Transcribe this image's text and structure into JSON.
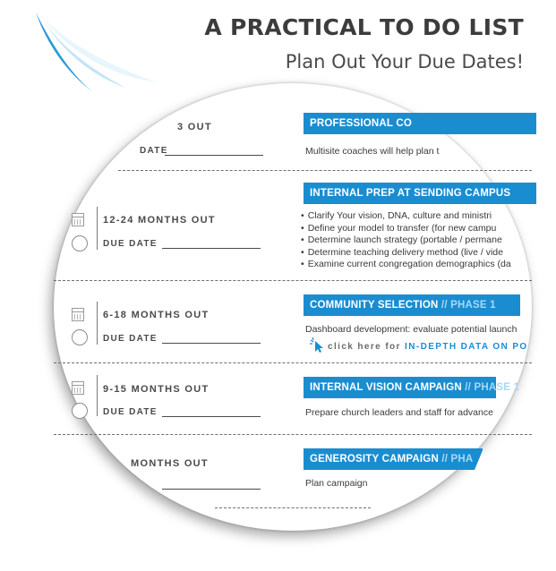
{
  "header": {
    "title": "A PRACTICAL TO DO LIST",
    "subtitle": "Plan Out Your Due Dates!"
  },
  "colors": {
    "accent": "#1a8dd1",
    "phase": "#a9d8f5",
    "text": "#3a3a3a"
  },
  "rows": [
    {
      "months": "3 OUT",
      "due_label": "DATE",
      "banner": "PROFESSIONAL CO",
      "phase": "",
      "text": "Multisite coaches will help plan t"
    },
    {
      "months": "12-24 MONTHS OUT",
      "due_label": "DUE DATE",
      "banner": "INTERNAL PREP AT SENDING CAMPUS",
      "phase": "",
      "bullets": [
        "Clarify Your vision, DNA, culture and ministri",
        "Define your model to transfer (for new campu",
        "Determine launch strategy (portable / permane",
        "Determine teaching delivery method (live / vide",
        "Examine current congregation demographics (da"
      ]
    },
    {
      "months": "6-18 MONTHS OUT",
      "due_label": "DUE DATE",
      "banner": "COMMUNITY SELECTION",
      "phase": "// PHASE 1",
      "text": "Dashboard development: evaluate potential launch",
      "link_prefix": "click here for",
      "link_emphasis": "IN-DEPTH DATA ON PO"
    },
    {
      "months": "9-15 MONTHS OUT",
      "due_label": "DUE DATE",
      "banner": "INTERNAL VISION CAMPAIGN",
      "phase": "// PHASE 1",
      "text": "Prepare church leaders and staff for advance"
    },
    {
      "months": "MONTHS OUT",
      "due_label": "",
      "banner": "GENEROSITY CAMPAIGN",
      "phase": "// PHA",
      "text": "Plan campaign"
    }
  ]
}
